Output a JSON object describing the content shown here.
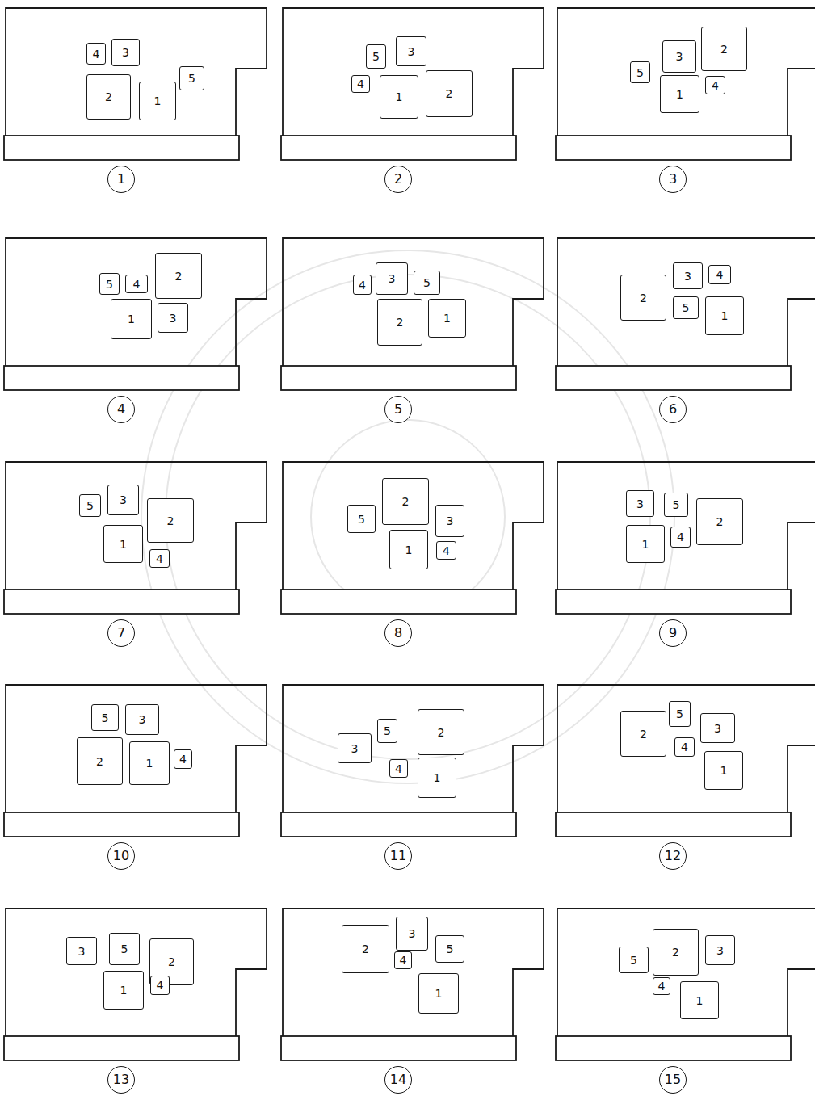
{
  "diagram": {
    "nodes": [
      {
        "text": [
          "4"
        ]
      },
      {
        "text": [
          "3"
        ]
      },
      {
        "text": [
          "2"
        ]
      },
      {
        "text": [
          "1"
        ]
      },
      {
        "text": [
          "5"
        ]
      },
      {
        "text": [
          "1"
        ]
      },
      {
        "text": [
          "5"
        ]
      },
      {
        "text": [
          "3"
        ]
      },
      {
        "text": [
          "4"
        ]
      },
      {
        "text": [
          "1"
        ]
      },
      {
        "text": [
          "2"
        ]
      },
      {
        "text": [
          "2"
        ]
      },
      {
        "text": [
          "3"
        ]
      },
      {
        "text": [
          "2"
        ]
      },
      {
        "text": [
          "5"
        ]
      },
      {
        "text": [
          "1"
        ]
      },
      {
        "text": [
          "4"
        ]
      },
      {
        "text": [
          "3"
        ]
      },
      {
        "text": [
          "5"
        ]
      },
      {
        "text": [
          "4"
        ]
      },
      {
        "text": [
          "2"
        ]
      },
      {
        "text": [
          "1"
        ]
      },
      {
        "text": [
          "3"
        ]
      },
      {
        "text": [
          "4"
        ]
      },
      {
        "text": [
          "4"
        ]
      },
      {
        "text": [
          "3"
        ]
      },
      {
        "text": [
          "5"
        ]
      },
      {
        "text": [
          "2"
        ]
      },
      {
        "text": [
          "1"
        ]
      },
      {
        "text": [
          "5"
        ]
      },
      {
        "text": [
          "2"
        ]
      },
      {
        "text": [
          "3"
        ]
      },
      {
        "text": [
          "4"
        ]
      },
      {
        "text": [
          "5"
        ]
      },
      {
        "text": [
          "1"
        ]
      },
      {
        "text": [
          "6"
        ]
      },
      {
        "text": [
          "5"
        ]
      },
      {
        "text": [
          "3"
        ]
      },
      {
        "text": [
          "2"
        ]
      },
      {
        "text": [
          "1"
        ]
      },
      {
        "text": [
          "4"
        ]
      },
      {
        "text": [
          "7"
        ]
      },
      {
        "text": [
          "5"
        ]
      },
      {
        "text": [
          "2"
        ]
      },
      {
        "text": [
          "3"
        ]
      },
      {
        "text": [
          "1"
        ]
      },
      {
        "text": [
          "4"
        ]
      },
      {
        "text": [
          "8"
        ]
      },
      {
        "text": [
          "3"
        ]
      },
      {
        "text": [
          "5"
        ]
      },
      {
        "text": [
          "2"
        ]
      },
      {
        "text": [
          "1"
        ]
      },
      {
        "text": [
          "4"
        ]
      },
      {
        "text": [
          "9"
        ]
      },
      {
        "text": [
          "5"
        ]
      },
      {
        "text": [
          "3"
        ]
      },
      {
        "text": [
          "2"
        ]
      },
      {
        "text": [
          "1"
        ]
      },
      {
        "text": [
          "4"
        ]
      },
      {
        "text": [
          "10"
        ]
      },
      {
        "text": [
          "3"
        ]
      },
      {
        "text": [
          "5"
        ]
      },
      {
        "text": [
          "2"
        ]
      },
      {
        "text": [
          "4"
        ]
      },
      {
        "text": [
          "1"
        ]
      },
      {
        "text": [
          "11"
        ]
      },
      {
        "text": [
          "2"
        ]
      },
      {
        "text": [
          "5"
        ]
      },
      {
        "text": [
          "4"
        ]
      },
      {
        "text": [
          "3"
        ]
      },
      {
        "text": [
          "1"
        ]
      },
      {
        "text": [
          "12"
        ]
      },
      {
        "text": [
          "3"
        ]
      },
      {
        "text": [
          "5"
        ]
      },
      {
        "text": [
          "2"
        ]
      },
      {
        "text": [
          "1"
        ]
      },
      {
        "text": [
          "4"
        ]
      },
      {
        "text": [
          "13"
        ]
      },
      {
        "text": [
          "2"
        ]
      },
      {
        "text": [
          "3"
        ]
      },
      {
        "text": [
          "5"
        ]
      },
      {
        "text": [
          "4"
        ]
      },
      {
        "text": [
          "1"
        ]
      },
      {
        "text": [
          "14"
        ]
      },
      {
        "text": [
          "2"
        ]
      },
      {
        "text": [
          "3"
        ]
      },
      {
        "text": [
          "5"
        ]
      },
      {
        "text": [
          "4"
        ]
      },
      {
        "text": [
          "1"
        ]
      },
      {
        "text": [
          "15"
        ]
      }
    ]
  }
}
